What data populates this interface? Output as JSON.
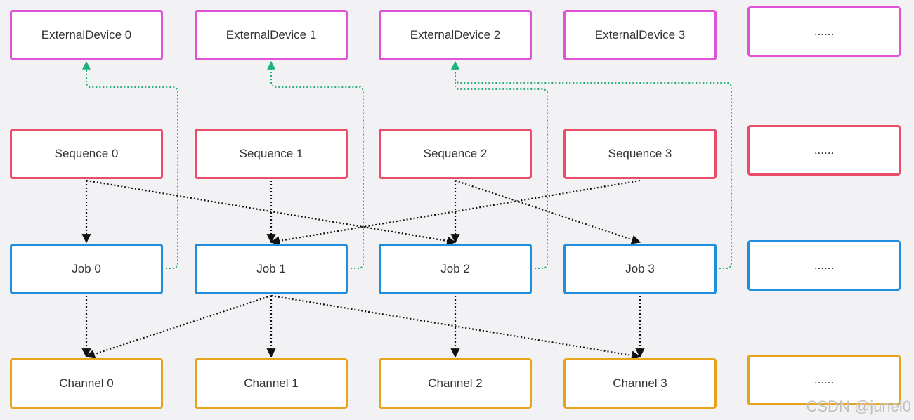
{
  "colors": {
    "background": "#f2f2f4",
    "external_device_border": "#e052d8",
    "sequence_border": "#ea4c6a",
    "job_border": "#1e8fe0",
    "channel_border": "#e8a31c",
    "dependency_arrow": "#111111",
    "device_link": "#22b07a"
  },
  "rows": {
    "external_devices": [
      "ExternalDevice 0",
      "ExternalDevice 1",
      "ExternalDevice 2",
      "ExternalDevice 3",
      "......"
    ],
    "sequences": [
      "Sequence 0",
      "Sequence 1",
      "Sequence 2",
      "Sequence 3",
      "......"
    ],
    "jobs": [
      "Job 0",
      "Job 1",
      "Job 2",
      "Job 3",
      "......"
    ],
    "channels": [
      "Channel 0",
      "Channel 1",
      "Channel 2",
      "Channel 3",
      "......"
    ]
  },
  "edges": {
    "sequence_to_job": [
      [
        0,
        0
      ],
      [
        0,
        2
      ],
      [
        1,
        1
      ],
      [
        2,
        2
      ],
      [
        2,
        3
      ],
      [
        3,
        1
      ]
    ],
    "job_to_channel": [
      [
        0,
        0
      ],
      [
        1,
        0
      ],
      [
        1,
        1
      ],
      [
        1,
        3
      ],
      [
        2,
        2
      ],
      [
        3,
        3
      ]
    ],
    "job_to_device": [
      [
        0,
        0
      ],
      [
        1,
        1
      ],
      [
        2,
        2
      ],
      [
        3,
        2
      ]
    ]
  },
  "watermark": "CSDN @junel0"
}
